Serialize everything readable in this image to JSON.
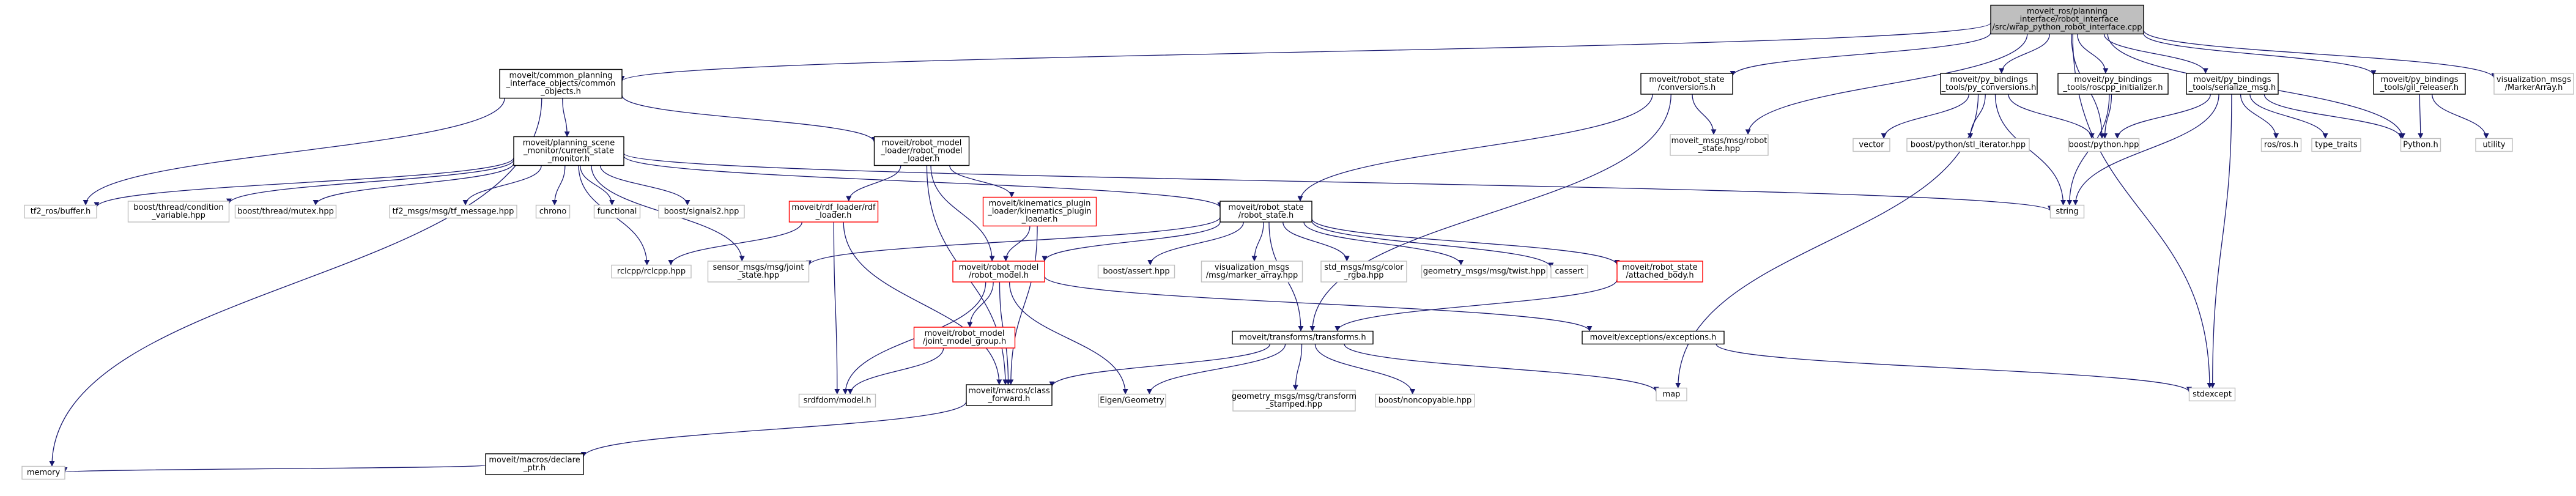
{
  "colors": {
    "edge": "#191970",
    "documented_border": "#000000",
    "undocumented_border": "#bfbfbf",
    "missing_border": "#ff0000",
    "root_fill": "#bfbfbf",
    "node_fill": "#ffffff"
  },
  "nodes": [
    {
      "id": "root",
      "kind": "root",
      "lines": [
        "moveit_ros/planning",
        "_interface/robot_interface",
        "/src/wrap_python_robot_interface.cpp"
      ]
    },
    {
      "id": "common_planning",
      "kind": "doc",
      "lines": [
        "moveit/common_planning",
        "_interface_objects/common",
        "_objects.h"
      ]
    },
    {
      "id": "robot_state_conv",
      "kind": "doc",
      "lines": [
        "moveit/robot_state",
        "/conversions.h"
      ]
    },
    {
      "id": "py_conversions",
      "kind": "doc",
      "lines": [
        "moveit/py_bindings",
        "_tools/py_conversions.h"
      ]
    },
    {
      "id": "roscpp_init",
      "kind": "doc",
      "lines": [
        "moveit/py_bindings",
        "_tools/roscpp_initializer.h"
      ]
    },
    {
      "id": "serialize_msg",
      "kind": "doc",
      "lines": [
        "moveit/py_bindings",
        "_tools/serialize_msg.h"
      ]
    },
    {
      "id": "gil_releaser",
      "kind": "doc",
      "lines": [
        "moveit/py_bindings",
        "_tools/gil_releaser.h"
      ]
    },
    {
      "id": "marker_array_top",
      "kind": "undoc",
      "lines": [
        "visualization_msgs",
        "/MarkerArray.h"
      ]
    },
    {
      "id": "csm",
      "kind": "doc",
      "lines": [
        "moveit/planning_scene",
        "_monitor/current_state",
        "_monitor.h"
      ]
    },
    {
      "id": "rmodel_loader",
      "kind": "doc",
      "lines": [
        "moveit/robot_model",
        "_loader/robot_model",
        "_loader.h"
      ]
    },
    {
      "id": "msg_robot_state",
      "kind": "undoc",
      "lines": [
        "moveit_msgs/msg/robot",
        "_state.hpp"
      ]
    },
    {
      "id": "vector",
      "kind": "undoc",
      "lines": [
        "vector"
      ]
    },
    {
      "id": "stl_iterator",
      "kind": "undoc",
      "lines": [
        "boost/python/stl_iterator.hpp"
      ]
    },
    {
      "id": "boost_python",
      "kind": "undoc",
      "lines": [
        "boost/python.hpp"
      ]
    },
    {
      "id": "ros_ros",
      "kind": "undoc",
      "lines": [
        "ros/ros.h"
      ]
    },
    {
      "id": "type_traits",
      "kind": "undoc",
      "lines": [
        "type_traits"
      ]
    },
    {
      "id": "python_h",
      "kind": "undoc",
      "lines": [
        "Python.h"
      ]
    },
    {
      "id": "utility",
      "kind": "undoc",
      "lines": [
        "utility"
      ]
    },
    {
      "id": "tf2_buffer",
      "kind": "undoc",
      "lines": [
        "tf2_ros/buffer.h"
      ]
    },
    {
      "id": "cond_var",
      "kind": "undoc",
      "lines": [
        "boost/thread/condition",
        "_variable.hpp"
      ]
    },
    {
      "id": "mutex",
      "kind": "undoc",
      "lines": [
        "boost/thread/mutex.hpp"
      ]
    },
    {
      "id": "tf_message",
      "kind": "undoc",
      "lines": [
        "tf2_msgs/msg/tf_message.hpp"
      ]
    },
    {
      "id": "chrono",
      "kind": "undoc",
      "lines": [
        "chrono"
      ]
    },
    {
      "id": "functional",
      "kind": "undoc",
      "lines": [
        "functional"
      ]
    },
    {
      "id": "signals2",
      "kind": "undoc",
      "lines": [
        "boost/signals2.hpp"
      ]
    },
    {
      "id": "rdf_loader",
      "kind": "missing",
      "lines": [
        "moveit/rdf_loader/rdf",
        "_loader.h"
      ]
    },
    {
      "id": "kin_plugin",
      "kind": "missing",
      "lines": [
        "moveit/kinematics_plugin",
        "_loader/kinematics_plugin",
        "_loader.h"
      ]
    },
    {
      "id": "rstate",
      "kind": "doc",
      "lines": [
        "moveit/robot_state",
        "/robot_state.h"
      ]
    },
    {
      "id": "string",
      "kind": "undoc",
      "lines": [
        "string"
      ]
    },
    {
      "id": "rclcpp",
      "kind": "undoc",
      "lines": [
        "rclcpp/rclcpp.hpp"
      ]
    },
    {
      "id": "joint_state",
      "kind": "undoc",
      "lines": [
        "sensor_msgs/msg/joint",
        "_state.hpp"
      ]
    },
    {
      "id": "rmodel",
      "kind": "missing",
      "lines": [
        "moveit/robot_model",
        "/robot_model.h"
      ]
    },
    {
      "id": "boost_assert",
      "kind": "undoc",
      "lines": [
        "boost/assert.hpp"
      ]
    },
    {
      "id": "marker_array_msg",
      "kind": "undoc",
      "lines": [
        "visualization_msgs",
        "/msg/marker_array.hpp"
      ]
    },
    {
      "id": "color_rgba",
      "kind": "undoc",
      "lines": [
        "std_msgs/msg/color",
        "_rgba.hpp"
      ]
    },
    {
      "id": "twist",
      "kind": "undoc",
      "lines": [
        "geometry_msgs/msg/twist.hpp"
      ]
    },
    {
      "id": "cassert",
      "kind": "undoc",
      "lines": [
        "cassert"
      ]
    },
    {
      "id": "attached_body",
      "kind": "missing",
      "lines": [
        "moveit/robot_state",
        "/attached_body.h"
      ]
    },
    {
      "id": "joint_model_group",
      "kind": "missing",
      "lines": [
        "moveit/robot_model",
        "/joint_model_group.h"
      ]
    },
    {
      "id": "exceptions",
      "kind": "doc",
      "lines": [
        "moveit/exceptions/exceptions.h"
      ]
    },
    {
      "id": "transforms",
      "kind": "doc",
      "lines": [
        "moveit/transforms/transforms.h"
      ]
    },
    {
      "id": "map",
      "kind": "undoc",
      "lines": [
        "map"
      ]
    },
    {
      "id": "stdexcept",
      "kind": "undoc",
      "lines": [
        "stdexcept"
      ]
    },
    {
      "id": "srdf_model",
      "kind": "undoc",
      "lines": [
        "srdfdom/model.h"
      ]
    },
    {
      "id": "class_forward",
      "kind": "doc",
      "lines": [
        "moveit/macros/class",
        "_forward.h"
      ]
    },
    {
      "id": "eigen_geometry",
      "kind": "undoc",
      "lines": [
        "Eigen/Geometry"
      ]
    },
    {
      "id": "transform_stamped",
      "kind": "undoc",
      "lines": [
        "geometry_msgs/msg/transform",
        "_stamped.hpp"
      ]
    },
    {
      "id": "noncopyable",
      "kind": "undoc",
      "lines": [
        "boost/noncopyable.hpp"
      ]
    },
    {
      "id": "declare_ptr",
      "kind": "doc",
      "lines": [
        "moveit/macros/declare",
        "_ptr.h"
      ]
    },
    {
      "id": "memory",
      "kind": "undoc",
      "lines": [
        "memory"
      ]
    }
  ],
  "edges": [
    [
      "root",
      "common_planning"
    ],
    [
      "root",
      "robot_state_conv"
    ],
    [
      "root",
      "py_conversions"
    ],
    [
      "root",
      "roscpp_init"
    ],
    [
      "root",
      "serialize_msg"
    ],
    [
      "root",
      "gil_releaser"
    ],
    [
      "root",
      "marker_array_top"
    ],
    [
      "root",
      "msg_robot_state"
    ],
    [
      "root",
      "boost_python"
    ],
    [
      "root",
      "python_h"
    ],
    [
      "root",
      "stdexcept"
    ],
    [
      "common_planning",
      "csm"
    ],
    [
      "common_planning",
      "rmodel_loader"
    ],
    [
      "common_planning",
      "tf2_buffer"
    ],
    [
      "common_planning",
      "memory"
    ],
    [
      "robot_state_conv",
      "msg_robot_state"
    ],
    [
      "robot_state_conv",
      "rstate"
    ],
    [
      "robot_state_conv",
      "transforms"
    ],
    [
      "py_conversions",
      "vector"
    ],
    [
      "py_conversions",
      "stl_iterator"
    ],
    [
      "py_conversions",
      "boost_python"
    ],
    [
      "py_conversions",
      "string"
    ],
    [
      "py_conversions",
      "map"
    ],
    [
      "roscpp_init",
      "boost_python"
    ],
    [
      "roscpp_init",
      "string"
    ],
    [
      "serialize_msg",
      "boost_python"
    ],
    [
      "serialize_msg",
      "ros_ros"
    ],
    [
      "serialize_msg",
      "type_traits"
    ],
    [
      "serialize_msg",
      "python_h"
    ],
    [
      "serialize_msg",
      "string"
    ],
    [
      "serialize_msg",
      "stdexcept"
    ],
    [
      "gil_releaser",
      "python_h"
    ],
    [
      "gil_releaser",
      "utility"
    ],
    [
      "csm",
      "tf2_buffer"
    ],
    [
      "csm",
      "cond_var"
    ],
    [
      "csm",
      "mutex"
    ],
    [
      "csm",
      "tf_message"
    ],
    [
      "csm",
      "chrono"
    ],
    [
      "csm",
      "functional"
    ],
    [
      "csm",
      "signals2"
    ],
    [
      "csm",
      "rstate"
    ],
    [
      "csm",
      "string"
    ],
    [
      "csm",
      "rclcpp"
    ],
    [
      "csm",
      "joint_state"
    ],
    [
      "rmodel_loader",
      "rdf_loader"
    ],
    [
      "rmodel_loader",
      "kin_plugin"
    ],
    [
      "rmodel_loader",
      "rmodel"
    ],
    [
      "rmodel_loader",
      "class_forward"
    ],
    [
      "rdf_loader",
      "rclcpp"
    ],
    [
      "rdf_loader",
      "srdf_model"
    ],
    [
      "rdf_loader",
      "class_forward"
    ],
    [
      "kin_plugin",
      "rmodel"
    ],
    [
      "kin_plugin",
      "class_forward"
    ],
    [
      "rstate",
      "rmodel"
    ],
    [
      "rstate",
      "joint_state"
    ],
    [
      "rstate",
      "boost_assert"
    ],
    [
      "rstate",
      "marker_array_msg"
    ],
    [
      "rstate",
      "color_rgba"
    ],
    [
      "rstate",
      "twist"
    ],
    [
      "rstate",
      "cassert"
    ],
    [
      "rstate",
      "attached_body"
    ],
    [
      "rstate",
      "transforms"
    ],
    [
      "rmodel",
      "joint_model_group"
    ],
    [
      "rmodel",
      "exceptions"
    ],
    [
      "rmodel",
      "class_forward"
    ],
    [
      "rmodel",
      "eigen_geometry"
    ],
    [
      "rmodel",
      "srdf_model"
    ],
    [
      "attached_body",
      "transforms"
    ],
    [
      "joint_model_group",
      "srdf_model"
    ],
    [
      "transforms",
      "class_forward"
    ],
    [
      "transforms",
      "eigen_geometry"
    ],
    [
      "transforms",
      "transform_stamped"
    ],
    [
      "transforms",
      "noncopyable"
    ],
    [
      "transforms",
      "map"
    ],
    [
      "exceptions",
      "stdexcept"
    ],
    [
      "class_forward",
      "declare_ptr"
    ],
    [
      "declare_ptr",
      "memory"
    ]
  ]
}
